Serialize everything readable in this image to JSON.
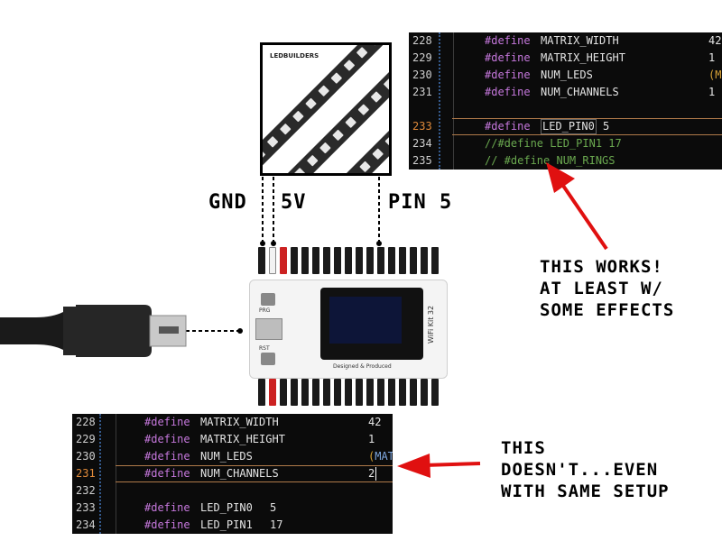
{
  "led_image": {
    "brand": "LEDBUILDERS"
  },
  "labels": {
    "gnd": "GND",
    "fivev": "5V",
    "pin5": "PIN 5"
  },
  "notes": {
    "works": [
      "THIS WORKS!",
      "AT LEAST W/",
      "SOME EFFECTS"
    ],
    "doesnt": [
      "THIS",
      "DOESN'T...EVEN",
      "WITH SAME SETUP"
    ]
  },
  "board": {
    "name": "WiFi Kit 32",
    "buttons": [
      "PRG",
      "RST"
    ],
    "caption": "Designed & Produced"
  },
  "code_top": {
    "lines": [
      {
        "num": "228",
        "kw": "#define",
        "name": "MATRIX_WIDTH",
        "value": "42"
      },
      {
        "num": "229",
        "kw": "#define",
        "name": "MATRIX_HEIGHT",
        "value": "1"
      },
      {
        "num": "230",
        "kw": "#define",
        "name": "NUM_LEDS",
        "value": "(M"
      },
      {
        "num": "231",
        "kw": "#define",
        "name": "NUM_CHANNELS",
        "value": "1"
      },
      {
        "num": "",
        "kw": "",
        "name": "",
        "value": ""
      },
      {
        "num": "233",
        "kw": "#define",
        "name": "LED_PIN0",
        "value": "5"
      },
      {
        "num": "234",
        "comment": "//#define LED_PIN1 17"
      },
      {
        "num": "235",
        "comment": "// #define NUM_RINGS"
      }
    ]
  },
  "code_bottom": {
    "lines": [
      {
        "num": "228",
        "kw": "#define",
        "name": "MATRIX_WIDTH",
        "value": "42"
      },
      {
        "num": "229",
        "kw": "#define",
        "name": "MATRIX_HEIGHT",
        "value": "1"
      },
      {
        "num": "230",
        "kw": "#define",
        "name": "NUM_LEDS",
        "value": "(MAT"
      },
      {
        "num": "231",
        "kw": "#define",
        "name": "NUM_CHANNELS",
        "value": "2"
      },
      {
        "num": "232",
        "kw": "",
        "name": "",
        "value": ""
      },
      {
        "num": "233",
        "kw": "#define",
        "name": "LED_PIN0",
        "value": "5"
      },
      {
        "num": "234",
        "kw": "#define",
        "name": "LED_PIN1",
        "value": "17"
      }
    ]
  },
  "colors": {
    "arrow": "#e01010",
    "keyword": "#c678dd",
    "comment": "#6aa84f"
  }
}
